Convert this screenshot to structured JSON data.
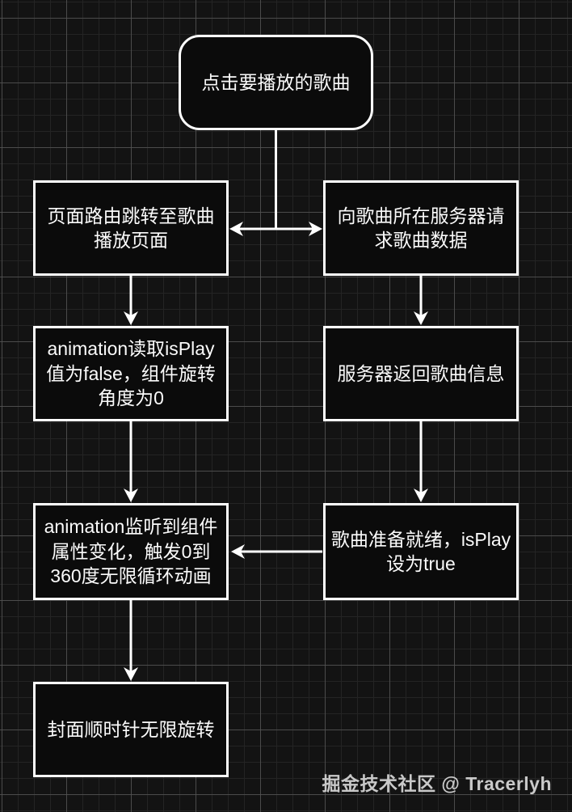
{
  "diagram": {
    "type": "flowchart",
    "nodes": [
      {
        "id": "start",
        "shape": "rounded-rect",
        "label": "点击要播放的歌曲"
      },
      {
        "id": "route-jump",
        "shape": "rect",
        "label": "页面路由跳转至歌曲\n播放页面"
      },
      {
        "id": "request-song",
        "shape": "rect",
        "label": "向歌曲所在服务器请\n求歌曲数据"
      },
      {
        "id": "read-isplay",
        "shape": "rect",
        "label": "animation读取isPlay\n值为false，组件旋转\n角度为0"
      },
      {
        "id": "server-return",
        "shape": "rect",
        "label": "服务器返回歌曲信息"
      },
      {
        "id": "trigger-anim",
        "shape": "rect",
        "label": "animation监听到组件\n属性变化，触发0到\n360度无限循环动画"
      },
      {
        "id": "song-ready",
        "shape": "rect",
        "label": "歌曲准备就绪，isPlay\n设为true"
      },
      {
        "id": "cover-rotate",
        "shape": "rect",
        "label": "封面顺时针无限旋转"
      }
    ],
    "edges": [
      {
        "from": "start",
        "to": "route-jump",
        "style": "elbow-down-left"
      },
      {
        "from": "start",
        "to": "request-song",
        "style": "elbow-down-right"
      },
      {
        "from": "route-jump",
        "to": "read-isplay",
        "style": "straight-down"
      },
      {
        "from": "request-song",
        "to": "server-return",
        "style": "straight-down"
      },
      {
        "from": "read-isplay",
        "to": "trigger-anim",
        "style": "straight-down"
      },
      {
        "from": "server-return",
        "to": "song-ready",
        "style": "straight-down"
      },
      {
        "from": "song-ready",
        "to": "trigger-anim",
        "style": "straight-left"
      },
      {
        "from": "trigger-anim",
        "to": "cover-rotate",
        "style": "straight-down"
      }
    ],
    "watermark": "掘金技术社区 @ Tracerlyh",
    "colors": {
      "background": "#131313",
      "grid_minor": "#242424",
      "grid_major": "#525252",
      "node_fill": "#0b0b0b",
      "node_border": "#ffffff",
      "node_text": "#fbfbfb",
      "arrow": "#ffffff",
      "watermark_text": "#c9c9c9"
    }
  }
}
